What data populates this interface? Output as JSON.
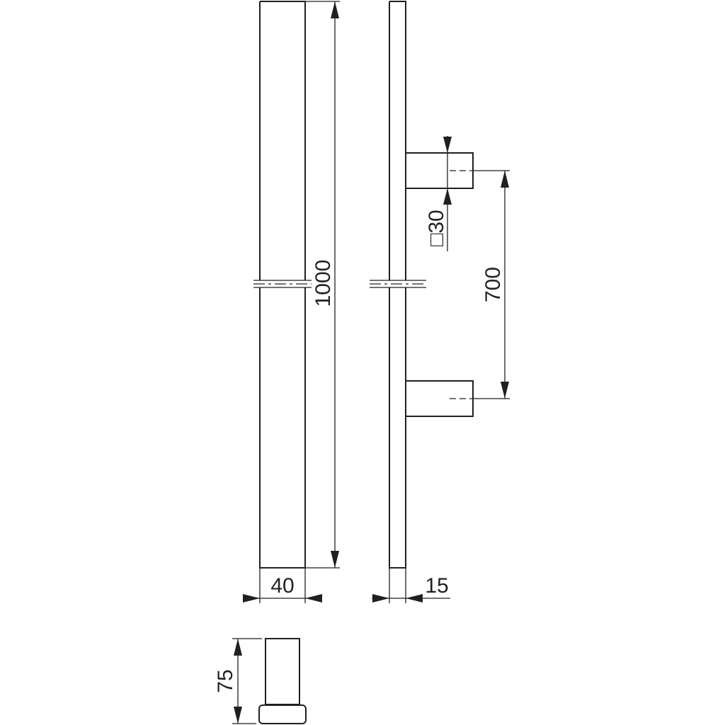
{
  "drawing": {
    "dimensions": {
      "length": "1000",
      "width": "40",
      "thickness": "15",
      "center_distance": "700",
      "standoff_section": "□30",
      "projection": "75"
    },
    "line_color": "#231f20"
  }
}
